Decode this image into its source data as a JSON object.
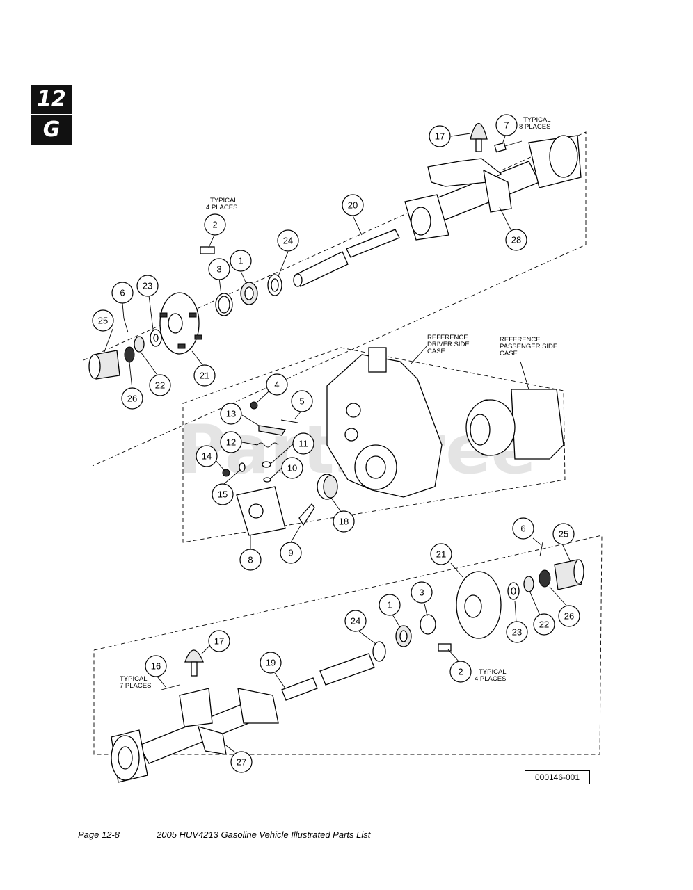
{
  "section_tab": {
    "number": "12",
    "letter": "G"
  },
  "watermark": "PartsTree",
  "figure_id": "000146-001",
  "footer": {
    "page": "Page 12-8",
    "title": "2005 HUV4213 Gasoline Vehicle Illustrated Parts List"
  },
  "notes": {
    "typical_8_line1": "TYPICAL",
    "typical_8_line2": "8 PLACES",
    "typical_4_top_line1": "TYPICAL",
    "typical_4_top_line2": "4 PLACES",
    "typical_4_bottom_line1": "TYPICAL",
    "typical_4_bottom_line2": "4 PLACES",
    "typical_7_line1": "TYPICAL",
    "typical_7_line2": "7 PLACES",
    "ref_driver_line1": "REFERENCE",
    "ref_driver_line2": "DRIVER SIDE",
    "ref_driver_line3": "CASE",
    "ref_pass_line1": "REFERENCE",
    "ref_pass_line2": "PASSENGER SIDE",
    "ref_pass_line3": "CASE"
  },
  "callouts": {
    "c17a": "17",
    "c7": "7",
    "c20": "20",
    "c28": "28",
    "c2a": "2",
    "c24a": "24",
    "c1a": "1",
    "c3a": "3",
    "c23a": "23",
    "c6a": "6",
    "c25a": "25",
    "c26a": "26",
    "c22a": "22",
    "c21a": "21",
    "c4": "4",
    "c5": "5",
    "c13": "13",
    "c12": "12",
    "c11": "11",
    "c14": "14",
    "c10": "10",
    "c15": "15",
    "c18": "18",
    "c8": "8",
    "c9": "9",
    "c6b": "6",
    "c25b": "25",
    "c21b": "21",
    "c3b": "3",
    "c1b": "1",
    "c24b": "24",
    "c26b": "26",
    "c22b": "22",
    "c23b": "23",
    "c17b": "17",
    "c16": "16",
    "c2b": "2",
    "c19": "19",
    "c27": "27"
  }
}
